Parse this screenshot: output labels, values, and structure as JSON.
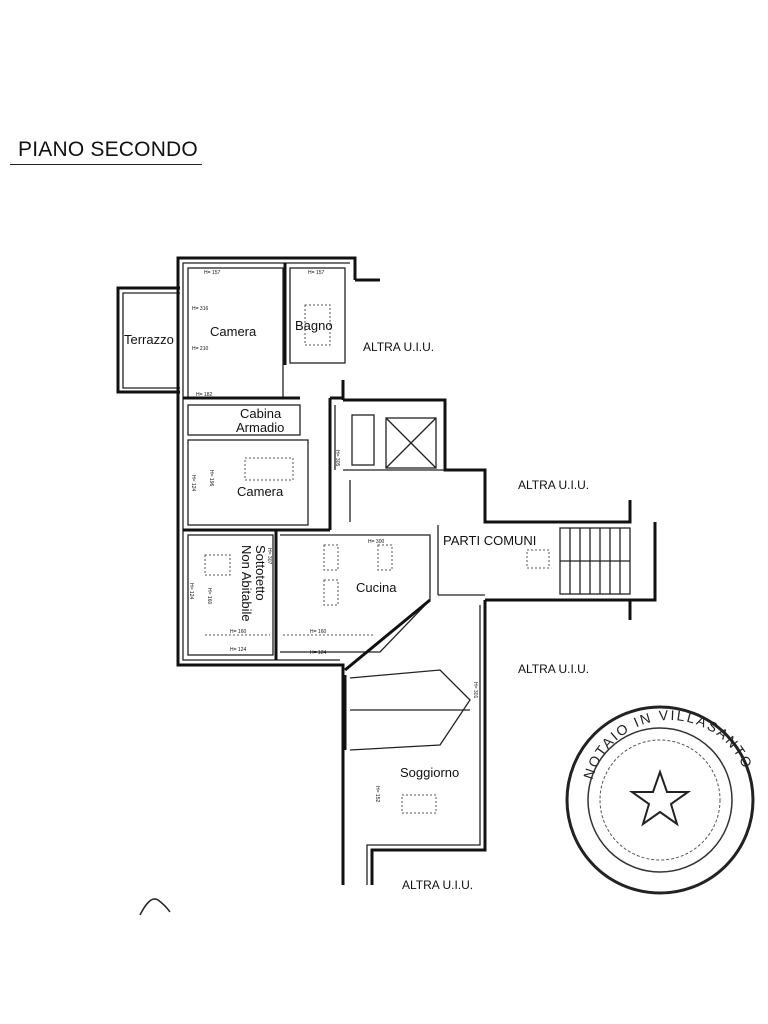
{
  "floor_title": "PIANO SECONDO",
  "rooms": {
    "terrazzo": "Terrazzo",
    "camera_top": "Camera",
    "bagno": "Bagno",
    "cabina_line1": "Cabina",
    "cabina_line2": "Armadio",
    "camera_mid": "Camera",
    "sottotetto_line1": "Sottotetto",
    "sottotetto_line2": "Non Abitabile",
    "cucina": "Cucina",
    "soggiorno": "Soggiorno",
    "parti_comuni": "PARTI COMUNI"
  },
  "areas": {
    "altra_1": "ALTRA U.I.U.",
    "altra_2": "ALTRA U.I.U.",
    "altra_3": "ALTRA U.I.U.",
    "altra_4": "ALTRA U.I.U."
  },
  "heights": {
    "h_camera_top_1": "H= 157",
    "h_bagno": "H= 157",
    "h_camera_top_2": "H= 316",
    "h_camera_top_3": "H= 210",
    "h_corridor": "H= 182",
    "h_camera_mid_1": "H= 196",
    "h_camera_mid_2": "H= 124",
    "h_disimpegno": "H= 305",
    "h_sottotetto_1": "H= 160",
    "h_sottotetto_2": "H= 124",
    "h_sottotetto_3": "H= 160",
    "h_sottotetto_4": "H= 124",
    "h_sottotetto_5": "H= 307",
    "h_cucina_1": "H= 300",
    "h_cucina_2": "H= 160",
    "h_cucina_3": "H= 124",
    "h_soggiorno_1": "H= 301",
    "h_soggiorno_2": "H= 152"
  },
  "stamp_text": "NOTAIO IN VILLASANTO"
}
